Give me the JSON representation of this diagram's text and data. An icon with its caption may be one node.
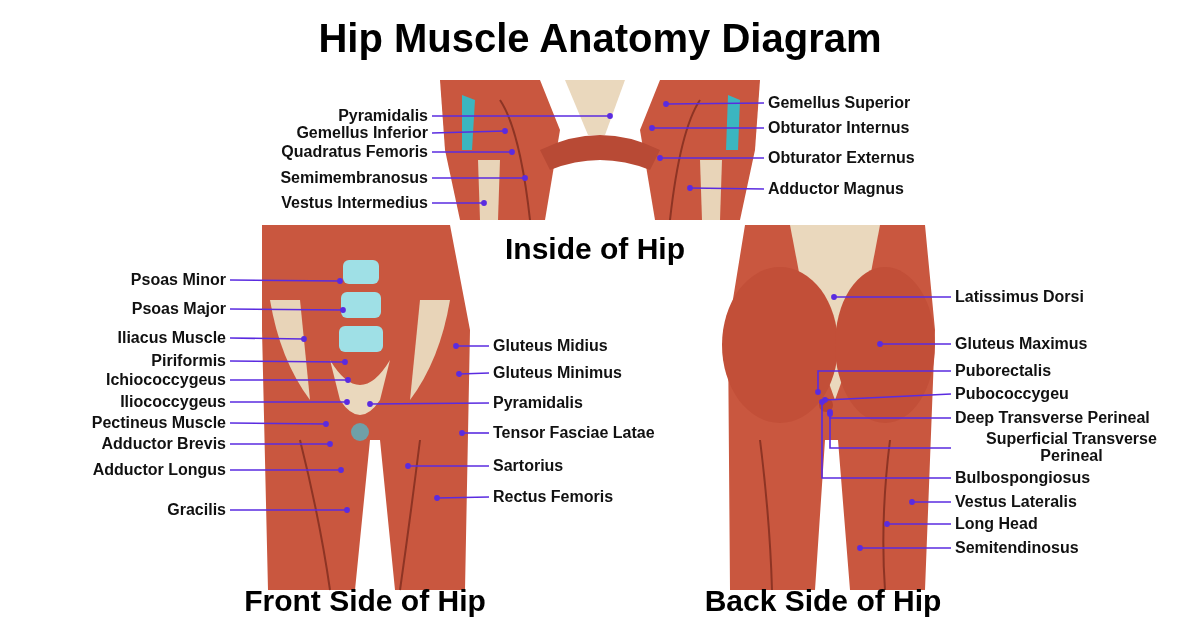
{
  "diagram": {
    "title": "Hip Muscle Anatomy Diagram",
    "nodes": [
      {
        "text": [
          "Pyramidalis"
        ]
      },
      {
        "text": [
          "Gemellus Inferior"
        ]
      },
      {
        "text": [
          "Quadratus Femoris"
        ]
      },
      {
        "text": [
          "Semimembranosus"
        ]
      },
      {
        "text": [
          "Vestus Intermedius"
        ]
      },
      {
        "text": [
          "Gemellus Superior"
        ]
      },
      {
        "text": [
          "Obturator Internus"
        ]
      },
      {
        "text": [
          "Obturator Externus"
        ]
      },
      {
        "text": [
          "Adductor Magnus"
        ]
      },
      {
        "text": [
          "Psoas Minor"
        ]
      },
      {
        "text": [
          "Psoas Major"
        ]
      },
      {
        "text": [
          "Iliacus Muscle"
        ]
      },
      {
        "text": [
          "Piriformis"
        ]
      },
      {
        "text": [
          "Ichiococcygeus"
        ]
      },
      {
        "text": [
          "Iliococcygeus"
        ]
      },
      {
        "text": [
          "Pectineus Muscle"
        ]
      },
      {
        "text": [
          "Adductor Brevis"
        ]
      },
      {
        "text": [
          "Adductor Longus"
        ]
      },
      {
        "text": [
          "Gracilis"
        ]
      },
      {
        "text": [
          "Gluteus Midius"
        ]
      },
      {
        "text": [
          "Gluteus Minimus"
        ]
      },
      {
        "text": [
          "Pyramidalis"
        ]
      },
      {
        "text": [
          "Tensor Fasciae Latae"
        ]
      },
      {
        "text": [
          "Sartorius"
        ]
      },
      {
        "text": [
          "Rectus Femoris"
        ]
      },
      {
        "text": [
          "Latissimus Dorsi"
        ]
      },
      {
        "text": [
          "Gluteus Maximus"
        ]
      },
      {
        "text": [
          "Puborectalis"
        ]
      },
      {
        "text": [
          "Pubococcygeu"
        ]
      },
      {
        "text": [
          "Deep Transverse Perineal"
        ]
      },
      {
        "text": [
          "Superficial Transverse Perineal"
        ]
      },
      {
        "text": [
          "Bulbospongiosus"
        ]
      },
      {
        "text": [
          "Vestus Lateralis"
        ]
      },
      {
        "text": [
          "Long Head"
        ]
      },
      {
        "text": [
          "Semitendinosus"
        ]
      }
    ],
    "edges": [
      {
        "from": 0,
        "to": null,
        "arrow": "other"
      },
      {
        "from": 1,
        "to": null,
        "arrow": "other"
      },
      {
        "from": 2,
        "to": null,
        "arrow": "other"
      },
      {
        "from": 3,
        "to": null,
        "arrow": "other"
      },
      {
        "from": 4,
        "to": null,
        "arrow": "other"
      },
      {
        "from": 5,
        "to": null,
        "arrow": "other"
      },
      {
        "from": 6,
        "to": null,
        "arrow": "other"
      },
      {
        "from": 7,
        "to": null,
        "arrow": "other"
      },
      {
        "from": 8,
        "to": null,
        "arrow": "other"
      },
      {
        "from": 9,
        "to": null,
        "arrow": "other"
      },
      {
        "from": 10,
        "to": null,
        "arrow": "other"
      },
      {
        "from": 11,
        "to": null,
        "arrow": "other"
      },
      {
        "from": 12,
        "to": null,
        "arrow": "other"
      },
      {
        "from": 13,
        "to": null,
        "arrow": "other"
      },
      {
        "from": 14,
        "to": null,
        "arrow": "other"
      },
      {
        "from": 15,
        "to": null,
        "arrow": "other"
      },
      {
        "from": 16,
        "to": null,
        "arrow": "other"
      },
      {
        "from": 17,
        "to": null,
        "arrow": "other"
      },
      {
        "from": 18,
        "to": null,
        "arrow": "other"
      },
      {
        "from": 19,
        "to": null,
        "arrow": "other"
      },
      {
        "from": 20,
        "to": null,
        "arrow": "other"
      },
      {
        "from": 21,
        "to": null,
        "arrow": "other"
      },
      {
        "from": 22,
        "to": null,
        "arrow": "other"
      },
      {
        "from": 23,
        "to": null,
        "arrow": "other"
      },
      {
        "from": 24,
        "to": null,
        "arrow": "other"
      },
      {
        "from": 25,
        "to": null,
        "arrow": "other"
      },
      {
        "from": 26,
        "to": null,
        "arrow": "other"
      },
      {
        "from": 27,
        "to": null,
        "arrow": "other"
      },
      {
        "from": 28,
        "to": null,
        "arrow": "other"
      },
      {
        "from": 29,
        "to": null,
        "arrow": "other"
      },
      {
        "from": 30,
        "to": null,
        "arrow": "other"
      },
      {
        "from": 31,
        "to": null,
        "arrow": "other"
      },
      {
        "from": 32,
        "to": null,
        "arrow": "other"
      },
      {
        "from": 33,
        "to": null,
        "arrow": "other"
      },
      {
        "from": 34,
        "to": null,
        "arrow": "other"
      }
    ],
    "labels": [
      "Inside of Hip",
      "Front Side of Hip",
      "Back Side of Hip"
    ]
  }
}
